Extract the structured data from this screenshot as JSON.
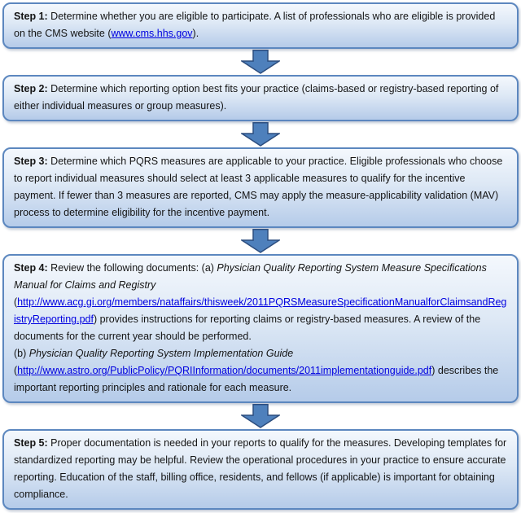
{
  "colors": {
    "box_border": "#5c87bf",
    "box_grad_top": "#f4f8fd",
    "box_grad_mid": "#dde8f5",
    "box_grad_bottom": "#b5cbe9",
    "arrow_fill": "#4e80bc",
    "arrow_stroke": "#2c4d7e",
    "link_color": "#0000e0",
    "text_color": "#141414"
  },
  "flowchart": {
    "steps": [
      {
        "name": "step-1",
        "segments": [
          {
            "text": "Step 1:",
            "style": "bold"
          },
          {
            "text": " Determine whether you are eligible to participate. A list of professionals who are eligible is provided on the CMS website (",
            "style": "normal"
          },
          {
            "text": "www.cms.hhs.gov",
            "style": "link"
          },
          {
            "text": ").",
            "style": "normal"
          }
        ]
      },
      {
        "name": "step-2",
        "segments": [
          {
            "text": "Step 2:",
            "style": "bold"
          },
          {
            "text": " Determine which reporting option best fits your practice (claims-based or registry-based reporting of either individual measures or group measures).",
            "style": "normal"
          }
        ]
      },
      {
        "name": "step-3",
        "segments": [
          {
            "text": "Step 3:",
            "style": "bold"
          },
          {
            "text": " Determine which PQRS measures are applicable to your practice. Eligible professionals who choose to report individual measures should select at least 3 applicable measures to qualify for the incentive payment. If fewer than 3 measures are reported, CMS may apply the measure-applicability validation (MAV) process to determine eligibility for the incentive payment.",
            "style": "normal"
          }
        ]
      },
      {
        "name": "step-4",
        "segments": [
          {
            "text": "Step 4:",
            "style": "bold"
          },
          {
            "text": " Review the following documents: (a) ",
            "style": "normal"
          },
          {
            "text": "Physician Quality Reporting System Measure Specifications Manual for Claims and Registry",
            "style": "italic"
          },
          {
            "text": " (",
            "style": "normal"
          },
          {
            "text": "http://www.acg.gi.org/members/nataffairs/thisweek/2011PQRSMeasureSpecificationManualforClaimsandRegistryReporting.pdf",
            "style": "link"
          },
          {
            "text": ") provides instructions for reporting claims or registry-based measures. A review of the documents for the current year should be performed.",
            "style": "normal"
          },
          {
            "style": "break"
          },
          {
            "text": "(b) ",
            "style": "normal"
          },
          {
            "text": "Physician Quality Reporting System Implementation Guide",
            "style": "italic"
          },
          {
            "text": " (",
            "style": "normal"
          },
          {
            "text": "http://www.astro.org/PublicPolicy/PQRIInformation/documents/2011implementationguide.pdf",
            "style": "link"
          },
          {
            "text": ") describes the important reporting principles and rationale for each measure.",
            "style": "normal"
          }
        ]
      },
      {
        "name": "step-5",
        "segments": [
          {
            "text": "Step 5:",
            "style": "bold"
          },
          {
            "text": " Proper documentation is needed in your reports to qualify for the measures.  Developing templates for standardized reporting may be helpful. Review the operational procedures in your practice to ensure accurate reporting.  Education of the staff, billing office, residents, and fellows (if applicable) is important for obtaining compliance.",
            "style": "normal"
          }
        ]
      }
    ]
  }
}
